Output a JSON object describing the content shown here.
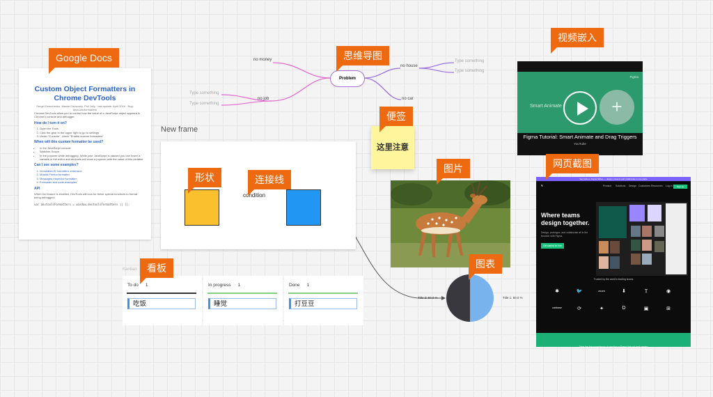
{
  "tags": {
    "google_docs": "Google Docs",
    "mind_map": "思维导图",
    "video": "视频嵌入",
    "sticky": "便签",
    "shape": "形状",
    "connector": "连接线",
    "image": "图片",
    "webpage": "网页截图",
    "chart": "图表",
    "kanban": "看板"
  },
  "doc": {
    "title": "Custom Object Formatters in Chrome DevTools",
    "meta": "Sergei Demchenko, Maxim Ostrovsky, Phil Jolly · last update: April 2016 · Bug: devtools/formatters",
    "intro": "Chrome DevTools allow you to control how the value of a JavaScript object appears in Chrome's console and debugger.",
    "h1": "How do I turn it on?",
    "steps": [
      "Open the Tools",
      "Click the gear in the upper right to go to settings",
      "Under \"Console\", check \"Enable custom formatters\""
    ],
    "h2": "When will this custom formatter be used?",
    "uses": [
      "In the JavaScript console",
      "Watches Scope",
      "In the popover while debugging. While your JavaScript is paused you can hover a variable in the editor and devtools will show a popover with the value of this variable"
    ],
    "h3": "Can I see some examples?",
    "examples": [
      "ImmutableJS formatters extension",
      "Mozilla Firefox formatter",
      "Messages Inspector formatter",
      "Formatter and code examples"
    ],
    "h4": "API",
    "api": "When the feature is enabled, DevTools will look for these special functions to format being debugged:",
    "code": "var devtoolsFormatters = window.devtoolsFormatters || [];"
  },
  "mindmap": {
    "center": "Problem",
    "no_money": "no money",
    "no_job": "no job",
    "no_house": "no house",
    "no_car": "no car",
    "placeholder": "Type something"
  },
  "frame": {
    "title": "New frame",
    "condition": "condition"
  },
  "sticky": {
    "text": "这里注意"
  },
  "kanban": {
    "faint_label": "Kanban",
    "columns": [
      {
        "title": "To do",
        "count": "1",
        "card": "吃饭",
        "color": "#333333"
      },
      {
        "title": "In progress",
        "count": "1",
        "card": "睡觉",
        "color": "#7fd17f"
      },
      {
        "title": "Done",
        "count": "1",
        "card": "打豆豆",
        "color": "#7fd17f"
      }
    ]
  },
  "video": {
    "brand": "Figma",
    "scene_text": "Smart Animate",
    "title": "Figma Tutorial: Smart Animate and Drag Triggers",
    "source": "YouTube"
  },
  "pie": {
    "left_label": "Title 2: 50.0 %",
    "right_label": "Title 1: 50.0 %"
  },
  "chart_data": {
    "type": "pie",
    "categories": [
      "Title 1",
      "Title 2"
    ],
    "values": [
      50,
      50
    ],
    "colors": [
      "#79b3ee",
      "#38383e"
    ]
  },
  "website": {
    "top_banner": "Say hello to Figma Slides — design, present and collaborate in one place",
    "nav": [
      "Product",
      "Solutions",
      "Design",
      "Customers",
      "Resources",
      "Log in"
    ],
    "signup": "Sign up",
    "headline": "Where teams design together.",
    "sub": "Design, prototype, and collaborate all in the browser with Figma.",
    "cta": "Get started for free",
    "trusted": "Trusted by the world's leading teams",
    "logos": [
      "✱",
      "🐦",
      "zoom",
      "⬇",
      "T",
      "◉",
      "coinbase",
      "⟳",
      "✦",
      "D",
      "▣",
      "⊞"
    ],
    "footer": "Take the first experience of sending a Figma link out and seeing"
  }
}
